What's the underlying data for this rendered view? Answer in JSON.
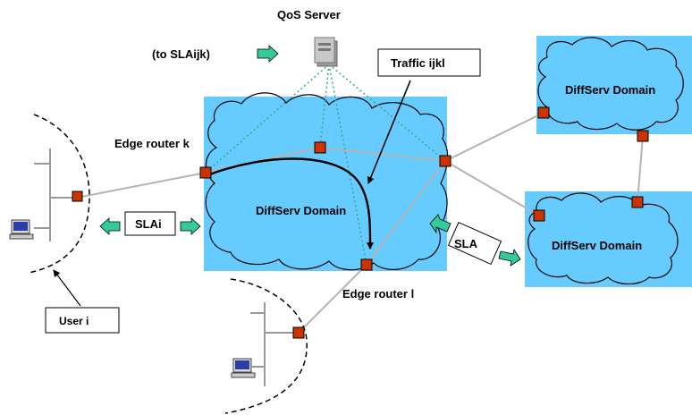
{
  "title": "QoS Server",
  "to_sla_label": "(to SLAijk)",
  "traffic_label": "Traffic ijkl",
  "edge_router_k_label": "Edge router k",
  "edge_router_l_label": "Edge router l",
  "domains": {
    "main": "DiffServ Domain",
    "top_right": "DiffServ Domain",
    "bottom_right": "DiffServ Domain"
  },
  "sla_i_label": "SLAi",
  "sla_label": "SLA",
  "user_i_label": "User i",
  "colors": {
    "domain_fill": "#66ccff",
    "router_fill": "#cc3300",
    "sla_arrow_fill": "#33cc99",
    "server_link": "#33aa88",
    "link": "#b4b4b4"
  }
}
